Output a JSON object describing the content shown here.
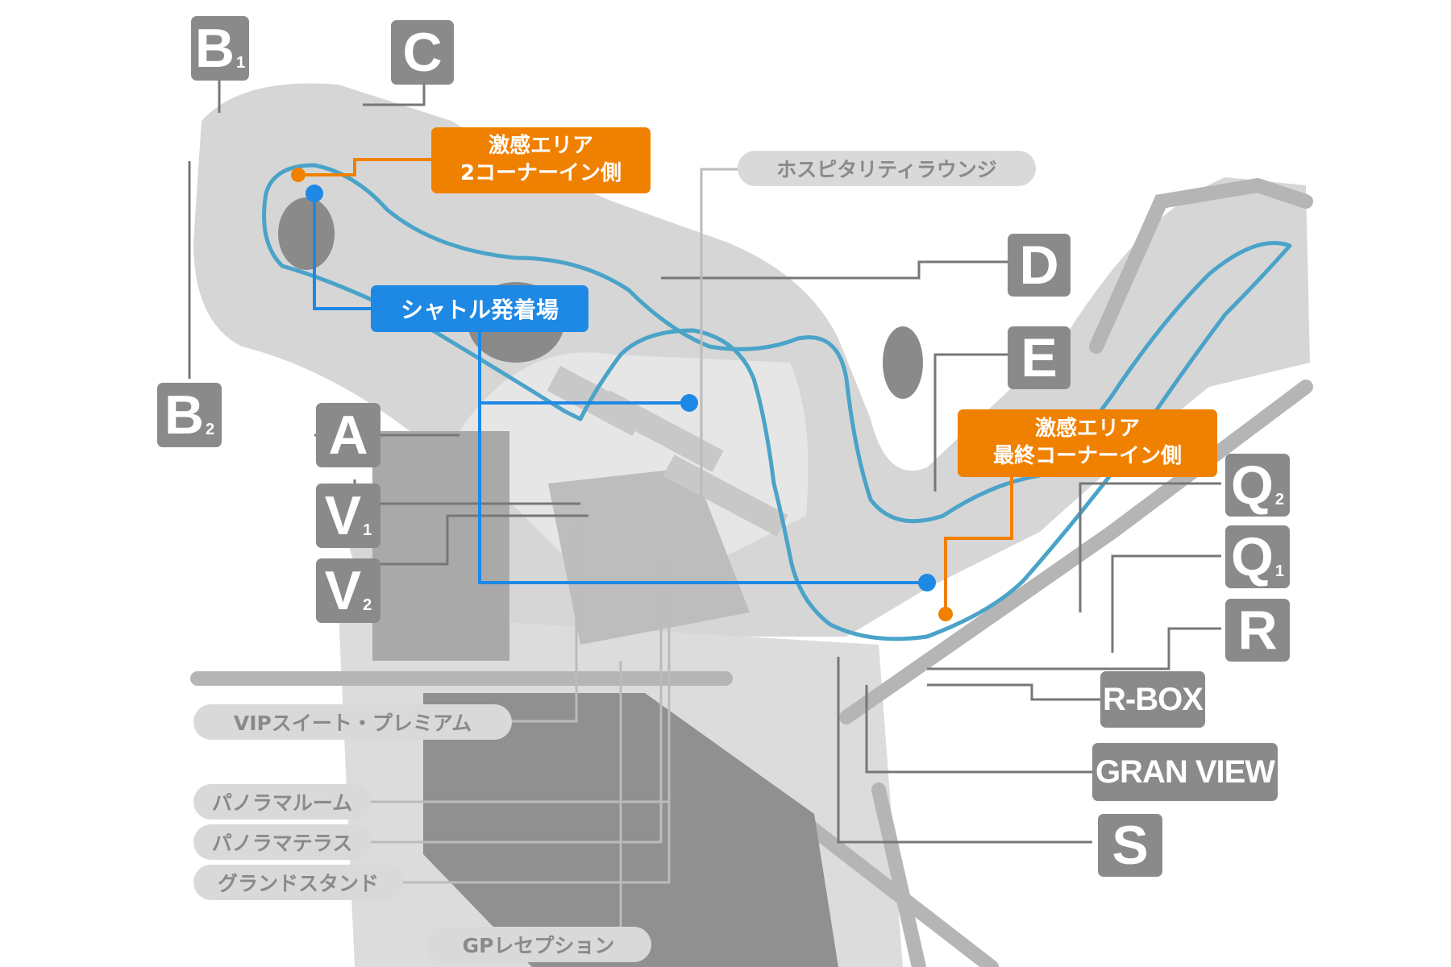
{
  "colors": {
    "track": "#4aa3c8",
    "orange": "#f08100",
    "blue": "#1e88e5",
    "label_dark": "#8a8a8a",
    "label_light": "#d9d9d9",
    "ground": "#d6d6d6",
    "building": "#a9a9a9",
    "leader_line": "#777777"
  },
  "stand_labels": {
    "B1": {
      "letter": "B",
      "sub": "1"
    },
    "B2": {
      "letter": "B",
      "sub": "2"
    },
    "C": {
      "letter": "C",
      "sub": ""
    },
    "D": {
      "letter": "D",
      "sub": ""
    },
    "E": {
      "letter": "E",
      "sub": ""
    },
    "A": {
      "letter": "A",
      "sub": ""
    },
    "V1": {
      "letter": "V",
      "sub": "1"
    },
    "V2": {
      "letter": "V",
      "sub": "2"
    },
    "Q2": {
      "letter": "Q",
      "sub": "2"
    },
    "Q1": {
      "letter": "Q",
      "sub": "1"
    },
    "R": {
      "letter": "R",
      "sub": ""
    },
    "S": {
      "letter": "S",
      "sub": ""
    }
  },
  "wide_labels": {
    "rbox": "R-BOX",
    "granview": "GRAN VIEW"
  },
  "facility_labels": {
    "hospitality": "ホスピタリティラウンジ",
    "vip_suite": "VIPスイート・プレミアム",
    "panorama_room": "パノラマルーム",
    "panorama_terrace": "パノラマテラス",
    "grandstand": "グランドスタンド",
    "gp_reception": "GPレセプション"
  },
  "highlight_labels": {
    "area1_line1": "激感エリア",
    "area1_line2": "2コーナーイン側",
    "area2_line1": "激感エリア",
    "area2_line2": "最終コーナーイン側",
    "shuttle": "シャトル発着場"
  }
}
